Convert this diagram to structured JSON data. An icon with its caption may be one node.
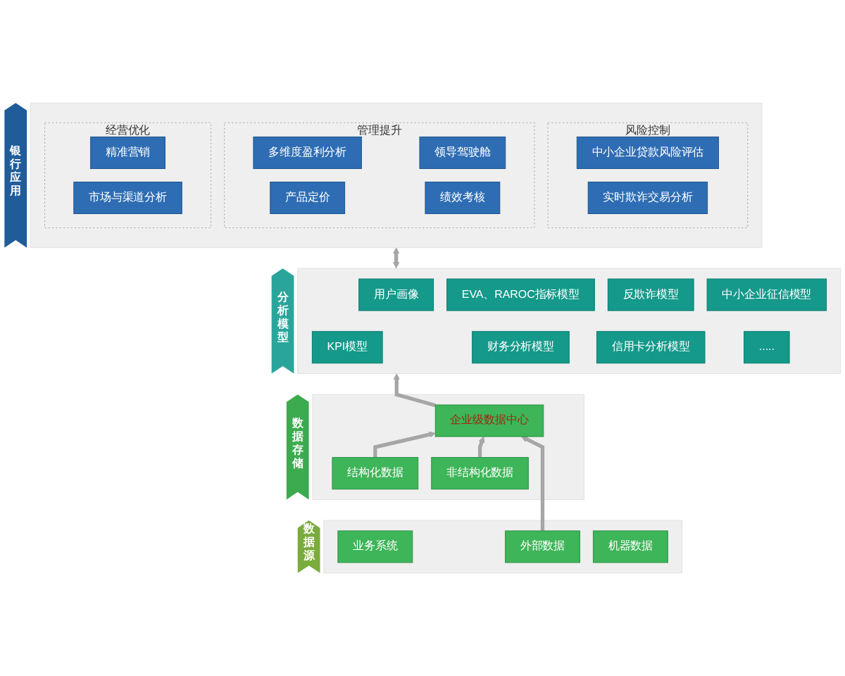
{
  "diagram": {
    "nodes": [
      {
        "text": [
          "银行应用"
        ]
      },
      {
        "text": [
          "经营优化"
        ],
        "in": 0
      },
      {
        "text": [
          "精准营销"
        ],
        "in": 1
      },
      {
        "text": [
          "市场与渠道分析"
        ],
        "in": 1
      },
      {
        "text": [
          "管理提升"
        ],
        "in": 0
      },
      {
        "text": [
          "多维度盈利分析"
        ],
        "in": 4
      },
      {
        "text": [
          "领导驾驶舱"
        ],
        "in": 4
      },
      {
        "text": [
          "产品定价"
        ],
        "in": 4
      },
      {
        "text": [
          "绩效考核"
        ],
        "in": 4
      },
      {
        "text": [
          "风险控制"
        ],
        "in": 0
      },
      {
        "text": [
          "中小企业贷款风险评估"
        ],
        "in": 9
      },
      {
        "text": [
          "实时欺诈交易分析"
        ],
        "in": 9
      },
      {
        "text": [
          "分析模型"
        ]
      },
      {
        "text": [
          "用户画像"
        ],
        "in": 12
      },
      {
        "text": [
          "EVA、RAROC指标模型"
        ],
        "in": 12
      },
      {
        "text": [
          "反欺诈模型"
        ],
        "in": 12
      },
      {
        "text": [
          "中小企业征信模型"
        ],
        "in": 12
      },
      {
        "text": [
          "KPI模型"
        ],
        "in": 12
      },
      {
        "text": [
          "财务分析模型"
        ],
        "in": 12
      },
      {
        "text": [
          "信用卡分析模型"
        ],
        "in": 12
      },
      {
        "text": [
          "....."
        ],
        "in": 12
      },
      {
        "text": [
          "数据存储"
        ]
      },
      {
        "text": [
          "结构化数据"
        ],
        "in": 21
      },
      {
        "text": [
          "企业级数据中心"
        ],
        "in": 21
      },
      {
        "text": [
          "非结构化数据"
        ],
        "in": 21
      },
      {
        "text": [
          "数据源"
        ]
      },
      {
        "text": [
          "业务系统"
        ],
        "in": 25
      },
      {
        "text": [
          "外部数据"
        ],
        "in": 25
      },
      {
        "text": [
          "机器数据"
        ],
        "in": 25
      }
    ],
    "edges": [
      {
        "from": 12,
        "to": 0,
        "arrow": "both"
      },
      {
        "from": 23,
        "to": 12,
        "arrow": "to"
      },
      {
        "from": 22,
        "to": 23,
        "arrow": "to"
      },
      {
        "from": 24,
        "to": 23,
        "arrow": "to"
      },
      {
        "from": 27,
        "to": 23,
        "arrow": "to"
      }
    ]
  }
}
